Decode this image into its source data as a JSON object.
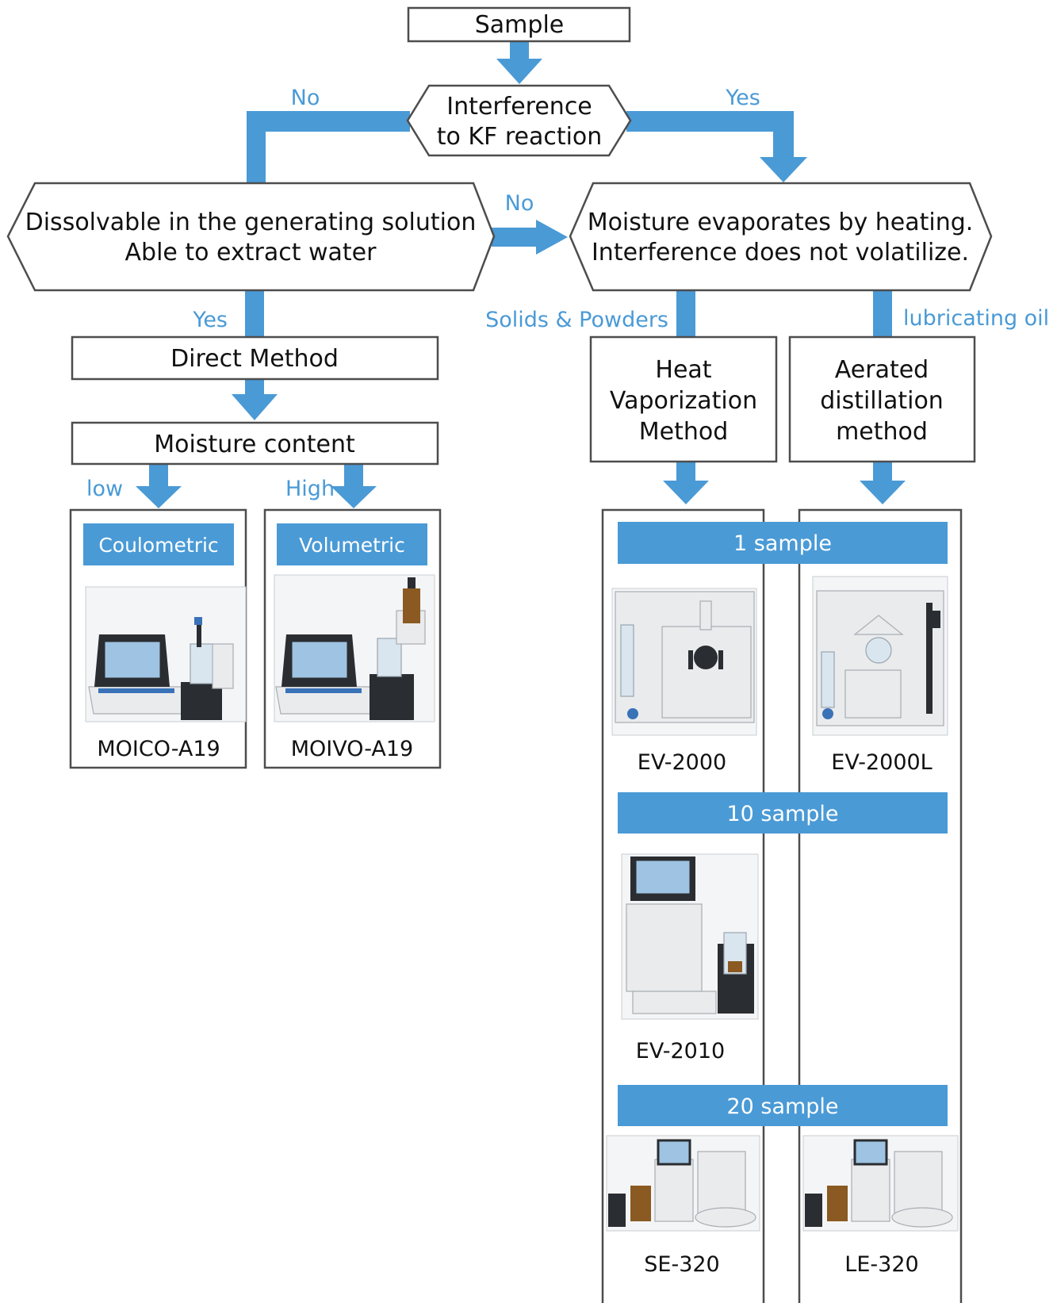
{
  "nodes": {
    "sample": "Sample",
    "interference_l1": "Interference",
    "interference_l2": "to KF reaction",
    "dissolvable_l1": "Dissolvable in the generating solution",
    "dissolvable_l2": "Able to extract water",
    "evaporates_l1": "Moisture evaporates by heating.",
    "evaporates_l2": "Interference does not volatilize.",
    "direct_method": "Direct Method",
    "moisture_content": "Moisture content",
    "heat_l1": "Heat",
    "heat_l2": "Vaporization",
    "heat_l3": "Method",
    "aerated_l1": "Aerated",
    "aerated_l2": "distillation",
    "aerated_l3": "method"
  },
  "edge_labels": {
    "no_left": "No",
    "yes_right": "Yes",
    "no_middle": "No",
    "yes_direct": "Yes",
    "solids": "Solids & Powders",
    "lubricating": "lubricating oil",
    "low": "low",
    "high": "High"
  },
  "titrators": {
    "coulometric": "Coulometric",
    "volumetric": "Volumetric",
    "moico": "MOICO-A19",
    "moivo": "MOIVO-A19"
  },
  "vaporizers": {
    "band_1": "1 sample",
    "band_10": "10 sample",
    "band_20": "20 sample",
    "ev2000": "EV-2000",
    "ev2000l": "EV-2000L",
    "ev2010": "EV-2010",
    "se320": "SE-320",
    "le320": "LE-320"
  },
  "colors": {
    "flow_blue": "#4a9ad6",
    "outline": "#4d4d4d",
    "text": "#111111"
  }
}
